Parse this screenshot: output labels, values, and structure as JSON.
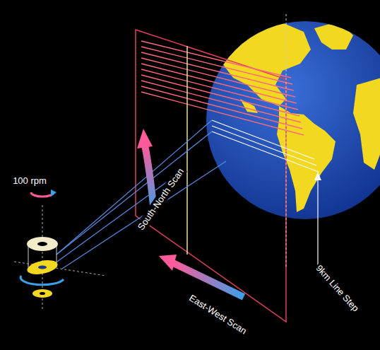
{
  "diagram": {
    "labels": [
      "100 rpm",
      "South-North Scan",
      "East-West Scan",
      "9km Line Step"
    ]
  }
}
